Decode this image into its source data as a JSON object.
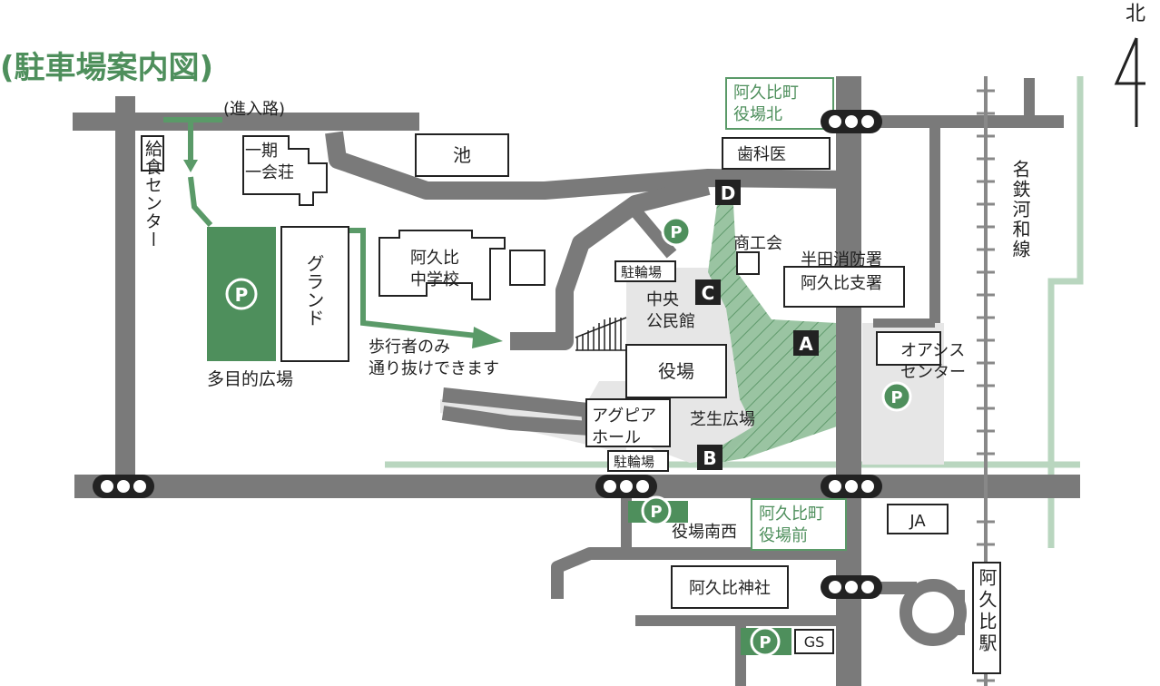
{
  "title": "(駐車場案内図)",
  "north_label": "北",
  "colors": {
    "road": "#7a7a7a",
    "parking_green": "#4e8f5c",
    "path_green": "#5a9a68",
    "light_green": "#b9d6bf",
    "area_gray": "#e6e6e6",
    "text_green": "#4e8f5c",
    "signal_black": "#222222"
  },
  "icons": {
    "parking": "parking-icon",
    "traffic_signal": "traffic-signal-icon",
    "north_arrow": "north-arrow-icon"
  },
  "labels": {
    "approach_road": "(進入路)",
    "kyushoku": "給食センター",
    "ike": "池",
    "ikki_kaiso_1": "一期",
    "ikki_kaiso_2": "一会荘",
    "school_1": "阿久比",
    "school_2": "中学校",
    "ground": "グランド",
    "tamokuteki": "多目的広場",
    "walk_1": "歩行者のみ",
    "walk_2": "通り抜けできます",
    "bike_parking_top": "駐輪場",
    "bike_parking_bottom": "駐輪場",
    "kominkan_1": "中央",
    "kominkan_2": "公民館",
    "yakuba": "役場",
    "agupia_1": "アグピア",
    "agupia_2": "ホール",
    "shibafu": "芝生広場",
    "shokokai": "商工会",
    "fire_1": "半田消防署",
    "fire_2": "阿久比支署",
    "dentist": "歯科医",
    "oasis_1": "オアシス",
    "oasis_2": "センター",
    "railway": "名鉄河和線",
    "station": "阿久比駅",
    "ja": "JA",
    "shrine": "阿久比神社",
    "gs": "GS",
    "yakuba_nansei": "役場南西",
    "signal_north_1": "阿久比町",
    "signal_north_2": "役場北",
    "signal_front_1": "阿久比町",
    "signal_front_2": "役場前"
  },
  "parking_letters": [
    "A",
    "B",
    "C",
    "D"
  ],
  "parking_symbol": "P"
}
